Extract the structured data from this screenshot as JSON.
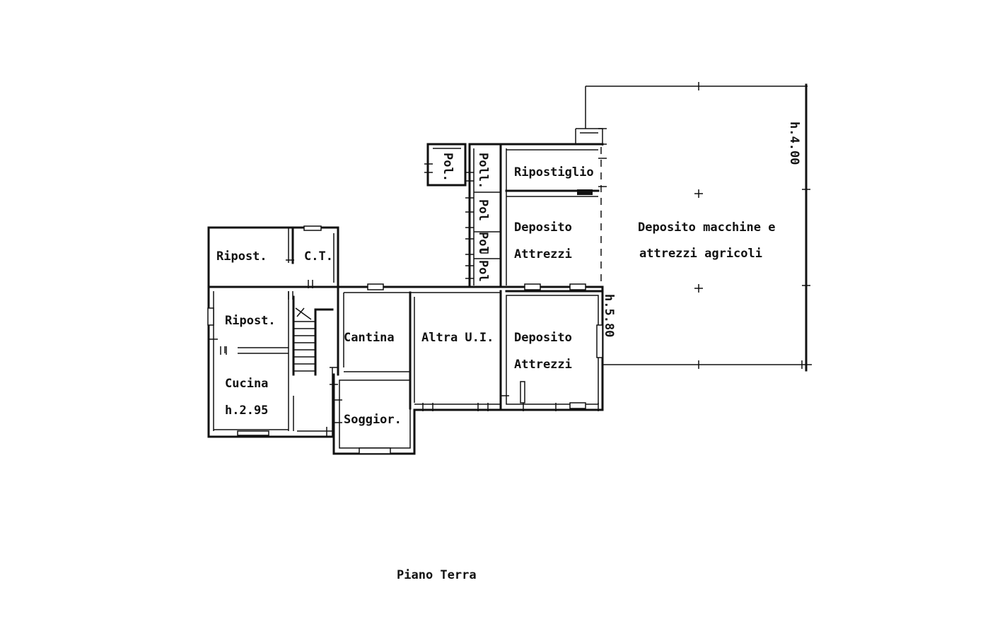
{
  "plan": {
    "title": "Piano Terra",
    "rooms": {
      "ripost_top": "Ripost.",
      "ct": "C.T.",
      "ripost_left": "Ripost.",
      "cucina": "Cucina",
      "cucina_height": "h.2.95",
      "cantina": "Cantina",
      "altra_ui": "Altra U.I.",
      "soggiorno": "Soggior.",
      "deposito_attrezzi_1_line1": "Deposito",
      "deposito_attrezzi_1_line2": "Attrezzi",
      "deposito_attrezzi_2_line1": "Deposito",
      "deposito_attrezzi_2_line2": "Attrezzi",
      "ripostiglio": "Ripostiglio",
      "pol_small": "Pol.",
      "poll": "Poll.",
      "pol_1": "Pol",
      "pol_2": "Pol",
      "pol_3": "Pol",
      "deposito_macchine_line1": "Deposito macchine e",
      "deposito_macchine_line2": "attrezzi agricoli"
    },
    "heights": {
      "h_400": "h.4.00",
      "h_580": "h.5.80"
    }
  }
}
